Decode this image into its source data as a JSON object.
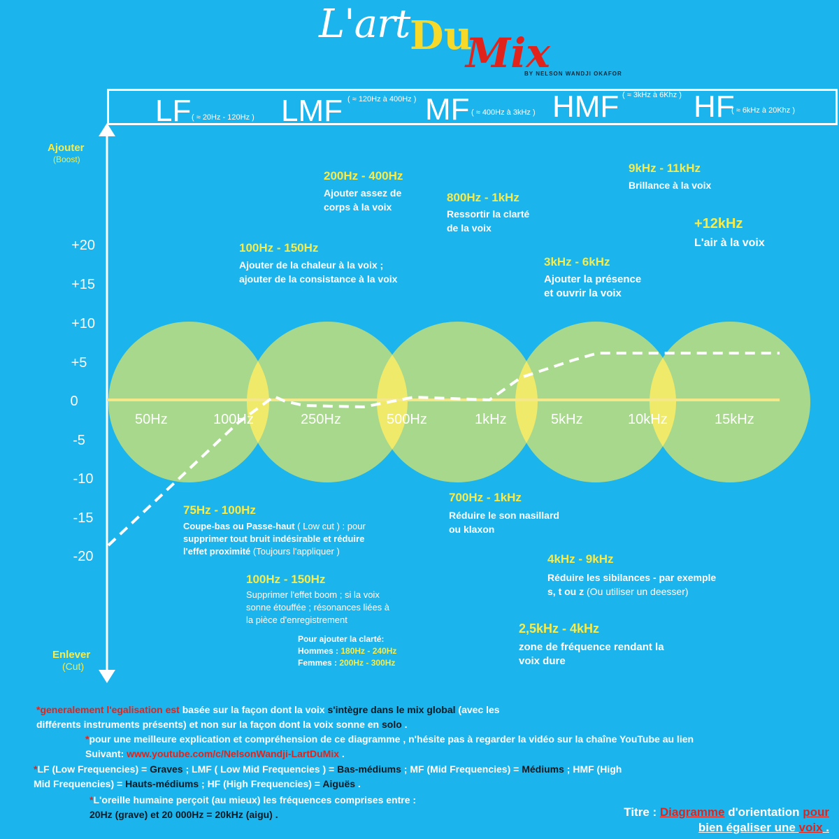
{
  "logo": {
    "lart": "L'art",
    "du": "Du",
    "mix": "Mix",
    "by": "BY NELSON WANDJI OKAFOR"
  },
  "bands": [
    {
      "name": "LF",
      "range": "( ≈ 20Hz - 120Hz )"
    },
    {
      "name": "LMF",
      "range": "( ≈ 120Hz à 400Hz )"
    },
    {
      "name": "MF",
      "range": "( ≈ 400Hz à 3kHz )"
    },
    {
      "name": "HMF",
      "range": "( ≈ 3kHz à 6Khz )"
    },
    {
      "name": "HF",
      "range": "( ≈ 6kHz à 20Khz )"
    }
  ],
  "axis": {
    "top_label": "Ajouter",
    "top_sub": "(Boost)",
    "bottom_label": "Enlever",
    "bottom_sub": "(Cut)",
    "ticks": [
      "+20",
      "+15",
      "+10",
      "+5",
      "0",
      "-5",
      "-10",
      "-15",
      "-20"
    ]
  },
  "frequencies": [
    "50Hz",
    "100Hz",
    "250Hz",
    "500Hz",
    "1kHz",
    "5kHz",
    "10kHz",
    "15kHz"
  ],
  "colors": {
    "background": "#1cb4ec",
    "circle": "#a8d88c",
    "overlap": "#f0ea6a",
    "axis": "#ffffff",
    "zero_line": "#f5e88a",
    "accent_yellow": "#f7ec4a",
    "accent_red": "#e0241c"
  },
  "annotations_boost": [
    {
      "title": "200Hz - 400Hz",
      "lines": [
        "Ajouter assez de",
        "corps à la voix"
      ]
    },
    {
      "title": "800Hz - 1kHz",
      "lines": [
        "Ressortir la clarté",
        "de la voix"
      ]
    },
    {
      "title": "9kHz - 11kHz",
      "lines": [
        "Brillance à la voix"
      ]
    },
    {
      "title": "+12kHz",
      "lines": [
        "L'air à la voix"
      ]
    },
    {
      "title": "100Hz - 150Hz",
      "lines": [
        "Ajouter de la chaleur à la voix ;",
        "ajouter de la consistance à la voix"
      ]
    },
    {
      "title": "3kHz - 6kHz",
      "lines": [
        "Ajouter la présence",
        "et ouvrir la voix"
      ]
    }
  ],
  "annotations_cut": {
    "lowcut": {
      "title": "75Hz - 100Hz",
      "line1": "Coupe-bas ou Passe-haut",
      "line1_thin": " ( Low cut ) : pour",
      "line2": "supprimer tout bruit indésirable et réduire",
      "line3": "l'effet proximité",
      "line3_thin": " (Toujours l'appliquer )"
    },
    "boom": {
      "title": "100Hz - 150Hz",
      "lines": [
        "Supprimer l'effet boom ; si la voix",
        "sonne étouffée ; résonances liées à",
        "la pièce d'enregistrement"
      ]
    },
    "clarity": {
      "heading": "Pour ajouter la clarté:",
      "men_label": "Hommes : ",
      "men_value": "180Hz - 240Hz",
      "women_label": "Femmes  : ",
      "women_value": "200Hz - 300Hz"
    },
    "nasal": {
      "title": "700Hz - 1kHz",
      "lines": [
        "Réduire le son nasillard",
        "ou klaxon"
      ]
    },
    "sibilance": {
      "title": "4kHz - 9kHz",
      "line1": "Réduire les sibilances - par exemple",
      "line2": "s, t ou z",
      "line2_thin": " (Ou utiliser un deesser)"
    },
    "harsh": {
      "title": "2,5kHz - 4kHz",
      "lines": [
        "zone de fréquence rendant la",
        "voix dure"
      ]
    }
  },
  "notes": {
    "n1_red": "*generalement l'egalisation est",
    "n1_a": " basée sur la façon dont la voix ",
    "n1_dark1": "s'intègre dans le mix global",
    "n1_b": " (avec les",
    "n1_line2": "différents instruments présents) et non sur la façon dont la voix sonne en ",
    "n1_dark2": "solo",
    "n1_end": " .",
    "n2_star": "*",
    "n2_line1": "pour une meilleure explication et compréhension de ce diagramme , n'hésite pas à regarder la vidéo sur la  chaîne YouTube au lien",
    "n2_prefix": "Suivant: ",
    "n2_link": "www.youtube.com/c/NelsonWandji-LartDuMix",
    "n2_end": " .",
    "n3_star": "*",
    "n3_a": "LF (Low Frequencies) = ",
    "n3_graves": "Graves",
    "n3_b": "  ;  LMF ( Low Mid Frequencies ) = ",
    "n3_basmed": "Bas-médiums",
    "n3_c": " ;  MF (Mid Frequencies) = ",
    "n3_med": "Médiums",
    "n3_d": " ; HMF (High",
    "n3_e": "Mid Frequencies) = ",
    "n3_hautsmed": "Hauts-médiums",
    "n3_f": " ;  HF (High Frequencies) = ",
    "n3_aigues": "Aiguës",
    "n3_end": " .",
    "n4_star": "*",
    "n4_line1": "L'oreille humaine perçoit (au mieux) les fréquences comprises entre :",
    "n4_line2": "20Hz (grave) et 20 000Hz = 20kHz (aigu) ."
  },
  "title": {
    "label": "Titre : ",
    "w1": "Diagramme",
    "w2": " d'orientation ",
    "w3": "pour",
    "w4": "bien égaliser une ",
    "w5": "voix",
    "w6": " ."
  }
}
